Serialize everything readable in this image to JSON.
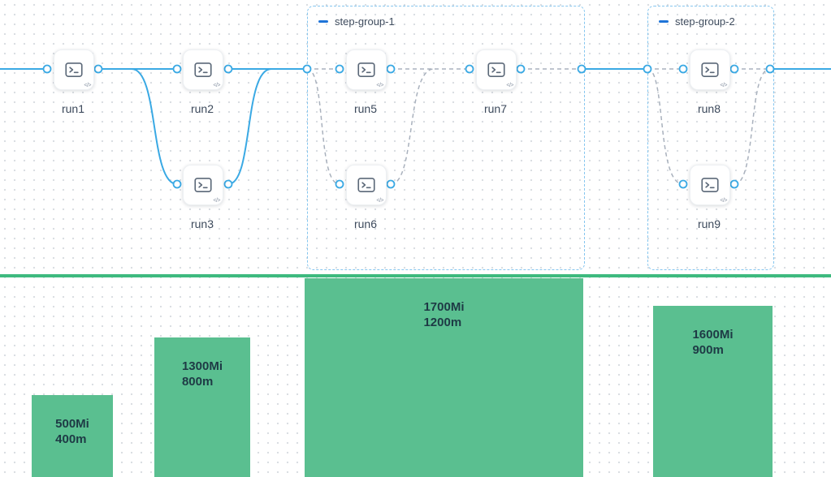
{
  "workflow": {
    "nodes": [
      {
        "label": "run1"
      },
      {
        "label": "run2"
      },
      {
        "label": "run3"
      },
      {
        "label": "run5"
      },
      {
        "label": "run6"
      },
      {
        "label": "run7"
      },
      {
        "label": "run8"
      },
      {
        "label": "run9"
      }
    ],
    "groups": [
      {
        "label": "step-group-1"
      },
      {
        "label": "step-group-2"
      }
    ]
  },
  "icons": {
    "code_glyph": "</>"
  },
  "colors": {
    "edge_blue": "#3aa9e4",
    "edge_gray": "#a9b1bd",
    "group_border": "#85c6ef",
    "group_dash_icon": "#1f74d8",
    "divider_green": "#3eba7f",
    "bar_green": "#5abf90",
    "bar_text": "#1e3a45"
  },
  "resources": {
    "bars": [
      {
        "memory": "500Mi",
        "cpu": "400m"
      },
      {
        "memory": "1300Mi",
        "cpu": "800m"
      },
      {
        "memory": "1700Mi",
        "cpu": "1200m"
      },
      {
        "memory": "1600Mi",
        "cpu": "900m"
      }
    ]
  }
}
